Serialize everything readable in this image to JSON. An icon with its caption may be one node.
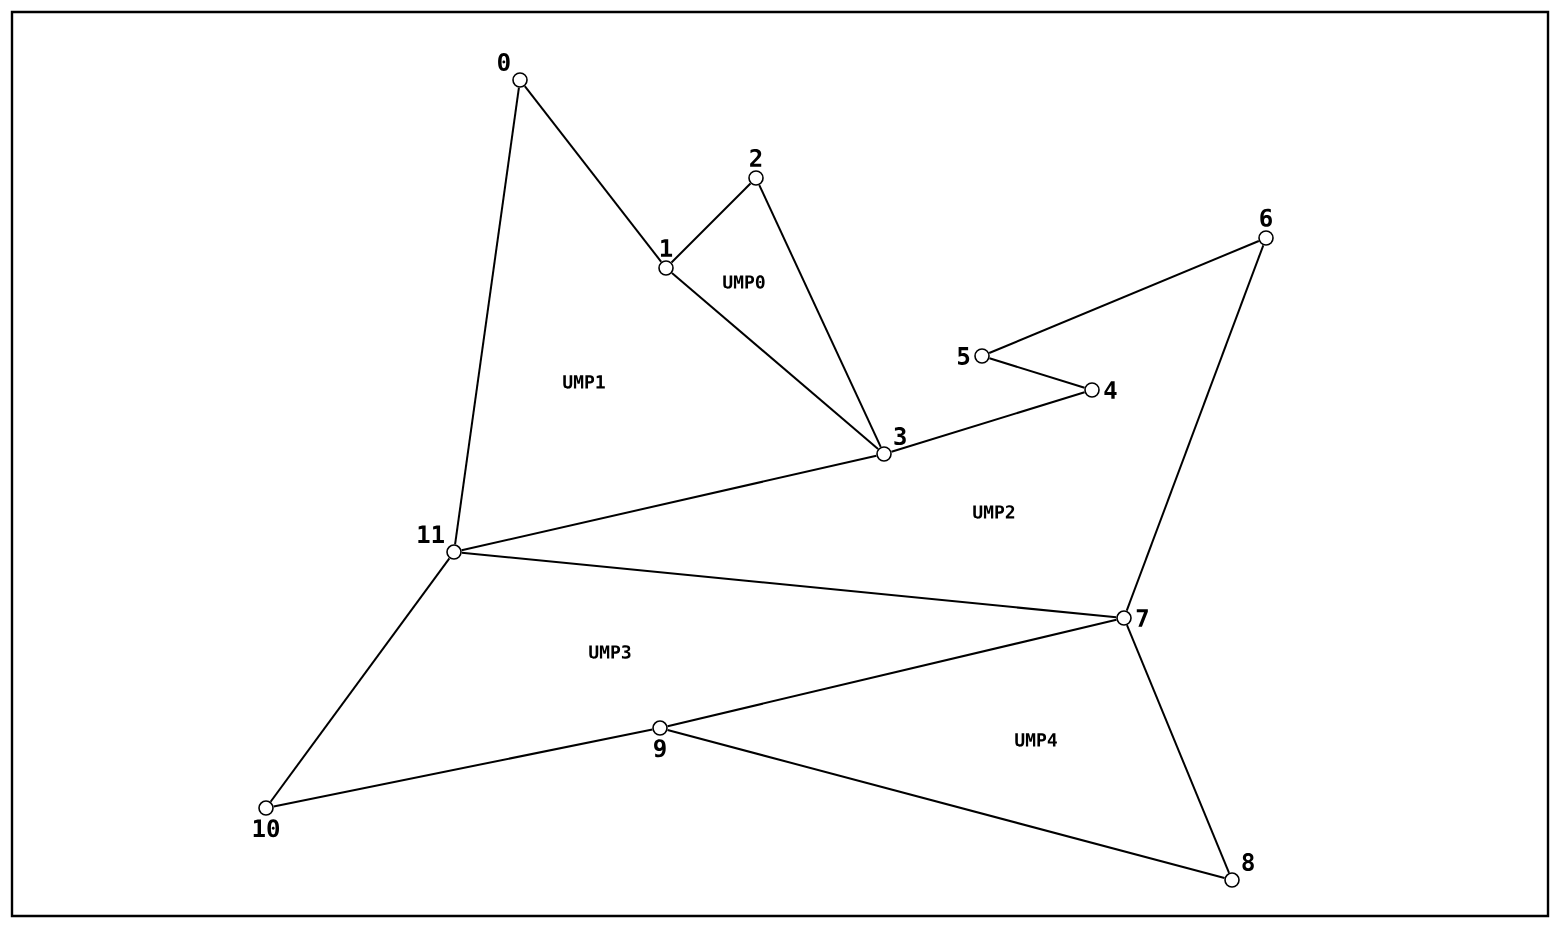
{
  "diagram": {
    "nodes": [
      {
        "text": [
          "0"
        ]
      },
      {
        "text": [
          "1"
        ]
      },
      {
        "text": [
          "2"
        ]
      },
      {
        "text": [
          "3"
        ]
      },
      {
        "text": [
          "4"
        ]
      },
      {
        "text": [
          "5"
        ]
      },
      {
        "text": [
          "6"
        ]
      },
      {
        "text": [
          "7"
        ]
      },
      {
        "text": [
          "8"
        ]
      },
      {
        "text": [
          "9"
        ]
      },
      {
        "text": [
          "10"
        ]
      },
      {
        "text": [
          "11"
        ]
      }
    ],
    "edges": [
      {
        "from": 0,
        "to": 1,
        "arrow": "none"
      },
      {
        "from": 1,
        "to": 2,
        "arrow": "none"
      },
      {
        "from": 1,
        "to": 3,
        "arrow": "none"
      },
      {
        "from": 2,
        "to": 3,
        "arrow": "none"
      },
      {
        "from": 0,
        "to": 11,
        "arrow": "none"
      },
      {
        "from": 11,
        "to": 3,
        "arrow": "none"
      },
      {
        "from": 3,
        "to": 4,
        "arrow": "none"
      },
      {
        "from": 4,
        "to": 5,
        "arrow": "none"
      },
      {
        "from": 5,
        "to": 6,
        "arrow": "none"
      },
      {
        "from": 6,
        "to": 7,
        "arrow": "none"
      },
      {
        "from": 11,
        "to": 7,
        "arrow": "none"
      },
      {
        "from": 11,
        "to": 10,
        "arrow": "none"
      },
      {
        "from": 10,
        "to": 9,
        "arrow": "none"
      },
      {
        "from": 9,
        "to": 7,
        "arrow": "none"
      },
      {
        "from": 9,
        "to": 8,
        "arrow": "none"
      },
      {
        "from": 7,
        "to": 8,
        "arrow": "none"
      }
    ],
    "labels": [
      "UMP0",
      "UMP1",
      "UMP2",
      "UMP3",
      "UMP4"
    ]
  }
}
